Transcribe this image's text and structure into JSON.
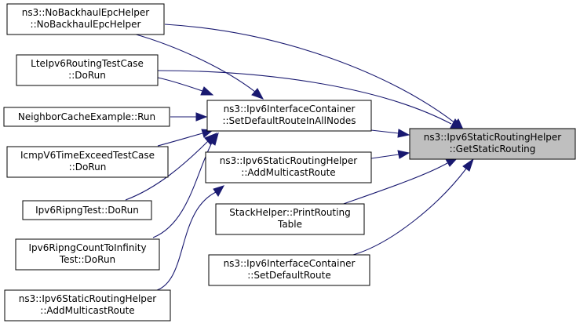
{
  "graph": {
    "nodes": {
      "getStaticRouting": {
        "lines": [
          "ns3::Ipv6StaticRoutingHelper",
          "::GetStaticRouting"
        ],
        "highlight": true
      },
      "noBackhaul": {
        "lines": [
          "ns3::NoBackhaulEpcHelper",
          "::NoBackhaulEpcHelper"
        ]
      },
      "lteIpv6": {
        "lines": [
          "LteIpv6RoutingTestCase",
          "::DoRun"
        ]
      },
      "neighborCache": {
        "lines": [
          "NeighborCacheExample::Run"
        ]
      },
      "icmpv6": {
        "lines": [
          "IcmpV6TimeExceedTestCase",
          "::DoRun"
        ]
      },
      "ripngTest": {
        "lines": [
          "Ipv6RipngTest::DoRun"
        ]
      },
      "ripngCount": {
        "lines": [
          "Ipv6RipngCountToInfinity",
          "Test::DoRun"
        ]
      },
      "addMulticastLeft": {
        "lines": [
          "ns3::Ipv6StaticRoutingHelper",
          "::AddMulticastRoute"
        ]
      },
      "setDefaultAll": {
        "lines": [
          "ns3::Ipv6InterfaceContainer",
          "::SetDefaultRouteInAllNodes"
        ]
      },
      "addMulticastMid": {
        "lines": [
          "ns3::Ipv6StaticRoutingHelper",
          "::AddMulticastRoute"
        ]
      },
      "stackHelper": {
        "lines": [
          "StackHelper::PrintRouting",
          "Table"
        ]
      },
      "setDefault": {
        "lines": [
          "ns3::Ipv6InterfaceContainer",
          "::SetDefaultRoute"
        ]
      }
    },
    "edges": [
      {
        "from": "noBackhaul",
        "to": "getStaticRouting"
      },
      {
        "from": "lteIpv6",
        "to": "getStaticRouting"
      },
      {
        "from": "setDefaultAll",
        "to": "getStaticRouting"
      },
      {
        "from": "addMulticastMid",
        "to": "getStaticRouting"
      },
      {
        "from": "stackHelper",
        "to": "getStaticRouting"
      },
      {
        "from": "setDefault",
        "to": "getStaticRouting"
      },
      {
        "from": "noBackhaul",
        "to": "setDefaultAll"
      },
      {
        "from": "lteIpv6",
        "to": "setDefaultAll"
      },
      {
        "from": "neighborCache",
        "to": "setDefaultAll"
      },
      {
        "from": "icmpv6",
        "to": "setDefaultAll"
      },
      {
        "from": "ripngTest",
        "to": "setDefaultAll"
      },
      {
        "from": "ripngCount",
        "to": "setDefaultAll"
      },
      {
        "from": "addMulticastLeft",
        "to": "addMulticastMid"
      }
    ],
    "colors": {
      "edge": "#191970",
      "node_border": "#000000",
      "node_fill": "#ffffff",
      "focus_fill": "#bfbfbf"
    }
  }
}
